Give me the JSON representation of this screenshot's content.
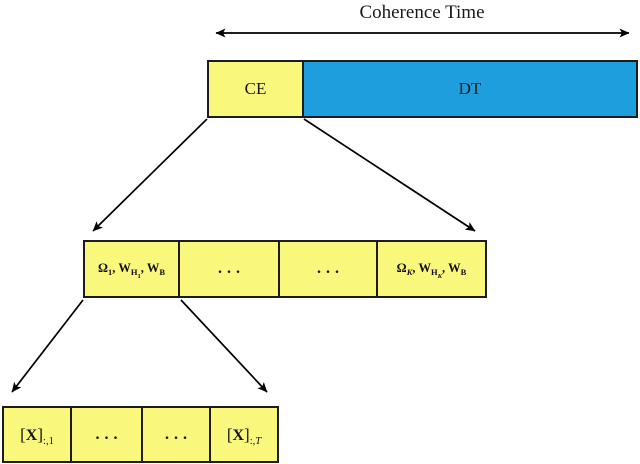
{
  "title": "Coherence Time",
  "colors": {
    "yellow": "#FAF77D",
    "blue": "#1E9EDD",
    "border": "#1c1c1c",
    "arrow": "#000000",
    "page_bg": "#ffffff"
  },
  "frame": {
    "ce_label": "CE",
    "dt_label": "DT"
  },
  "slots_row": {
    "first": {
      "omega": "Ω",
      "omega_sub": "1",
      "comma1": ",",
      "w1": "W",
      "w1_sub": "H",
      "w1_subsub": "1",
      "comma2": ",",
      "w2": "W",
      "w2_sub": "B"
    },
    "dots1": "...",
    "dots2": "...",
    "last": {
      "omega": "Ω",
      "omega_sub": "K",
      "comma1": ",",
      "w1": "W",
      "w1_sub": "H",
      "w1_subsub": "K",
      "comma2": ",",
      "w2": "W",
      "w2_sub": "B"
    }
  },
  "symbols_row": {
    "first": {
      "open": "[",
      "x": "X",
      "close": "]",
      "sub_prefix": ":,",
      "sub_var": "1"
    },
    "dots1": "...",
    "dots2": "...",
    "last": {
      "open": "[",
      "x": "X",
      "close": "]",
      "sub_prefix": ":,",
      "sub_var": "T"
    }
  }
}
